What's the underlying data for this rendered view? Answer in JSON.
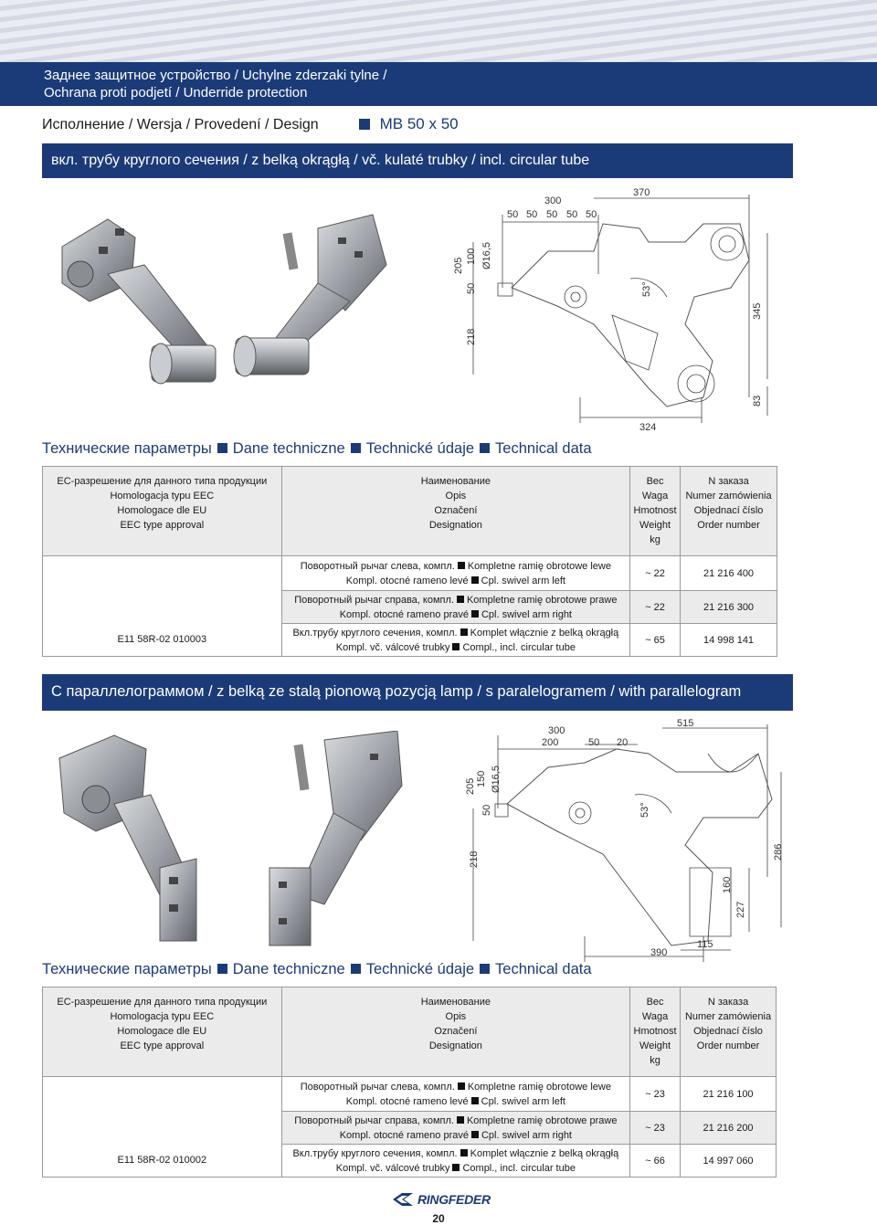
{
  "header": {
    "title_line1": "Заднее защитное устройство / Uchylne zderzaki tylne /",
    "title_line2": "Ochrana proti podjetí / Underride protection"
  },
  "variant": {
    "label": "Исполнение / Wersja / Provedení / Design",
    "model": "MB 50 x 50"
  },
  "section1": {
    "subtitle": "вкл. трубу круглого сечения / z belką okrągłą / vč. kulaté trubky / incl. circular tube",
    "dims": {
      "d300": "300",
      "d50a": "50",
      "d50b": "50",
      "d50c": "50",
      "d50d": "50",
      "d50e": "50",
      "d370": "370",
      "d205": "205",
      "d100": "100",
      "d16": "Ø16,5",
      "d50v": "50",
      "d53": "53°",
      "d218": "218",
      "d345": "345",
      "d83": "83",
      "d324": "324"
    },
    "tech_title": [
      "Технические параметры",
      "Dane techniczne",
      "Technické údaje",
      "Technical data"
    ],
    "header": {
      "col1": [
        "ЕС-разрешение для данного типа продукции",
        "Homologacja typu EEC",
        "Homologace dle EU",
        "EEC type approval"
      ],
      "col2": [
        "Наименование",
        "Opis",
        "Označení",
        "Designation"
      ],
      "col3": [
        "Вес",
        "Waga",
        "Hmotnost",
        "Weight",
        "kg"
      ],
      "col4": [
        "N заказа",
        "Numer zamówienia",
        "Objednací číslo",
        "Order number"
      ]
    },
    "approval": "E11 58R-02 010003",
    "rows": [
      {
        "line1_a": "Поворотный рычаг слева, компл.",
        "line1_b": "Kompletne ramię obrotowe lewe",
        "line2_a": "Kompl. otocné rameno levé",
        "line2_b": "Cpl. swivel arm left",
        "weight": "~ 22",
        "order": "21 216 400"
      },
      {
        "line1_a": "Поворотный рычаг справа, компл.",
        "line1_b": "Kompletne ramię obrotowe prawe",
        "line2_a": "Kompl. otocné rameno pravé",
        "line2_b": "Cpl. swivel arm right",
        "weight": "~ 22",
        "order": "21 216 300"
      },
      {
        "line1_a": "Вкл.трубу круглого сечения, компл.",
        "line1_b": "Komplet włącznie z belką okrągłą",
        "line2_a": "Kompl. vč. válcové trubky",
        "line2_b": "Compl., incl. circular tube",
        "weight": "~ 65",
        "order": "14 998 141"
      }
    ]
  },
  "section2": {
    "subtitle": "С параллелограммом / z belką ze stalą pionową pozycją lamp / s paralelogramem / with parallelogram",
    "dims": {
      "d300": "300",
      "d200": "200",
      "d50": "50",
      "d20": "20",
      "d515": "515",
      "d205": "205",
      "d150": "150",
      "d16": "Ø16,5",
      "d50v": "50",
      "d53": "53°",
      "d218": "218",
      "d286": "286",
      "d160": "160",
      "d227": "227",
      "d390": "390",
      "d115": "115"
    },
    "tech_title": [
      "Технические параметры",
      "Dane techniczne",
      "Technické údaje",
      "Technical data"
    ],
    "header": {
      "col1": [
        "ЕС-разрешение для данного типа продукции",
        "Homologacja typu EEC",
        "Homologace dle EU",
        "EEC type approval"
      ],
      "col2": [
        "Наименование",
        "Opis",
        "Označení",
        "Designation"
      ],
      "col3": [
        "Вес",
        "Waga",
        "Hmotnost",
        "Weight",
        "kg"
      ],
      "col4": [
        "N заказа",
        "Numer zamówienia",
        "Objednací číslo",
        "Order number"
      ]
    },
    "approval": "E11 58R-02 010002",
    "rows": [
      {
        "line1_a": "Поворотный рычаг слева, компл.",
        "line1_b": "Kompletne ramię obrotowe lewe",
        "line2_a": "Kompl. otocné rameno levé",
        "line2_b": "Cpl. swivel arm left",
        "weight": "~ 23",
        "order": "21 216 100"
      },
      {
        "line1_a": "Поворотный рычаг справа, компл.",
        "line1_b": "Kompletne ramię obrotowe prawe",
        "line2_a": "Kompl. otocné rameno pravé",
        "line2_b": "Cpl. swivel arm right",
        "weight": "~ 23",
        "order": "21 216 200"
      },
      {
        "line1_a": "Вкл.трубу круглого сечения, компл.",
        "line1_b": "Komplet włącznie z belką okrągłą",
        "line2_a": "Kompl. vč. válcové trubky",
        "line2_b": "Compl., incl. circular tube",
        "weight": "~ 66",
        "order": "14 997 060"
      }
    ]
  },
  "footer": {
    "brand": "RINGFEDER",
    "page": "20"
  },
  "colors": {
    "brand_blue": "#1b3b78",
    "table_shade": "#ebebeb"
  }
}
